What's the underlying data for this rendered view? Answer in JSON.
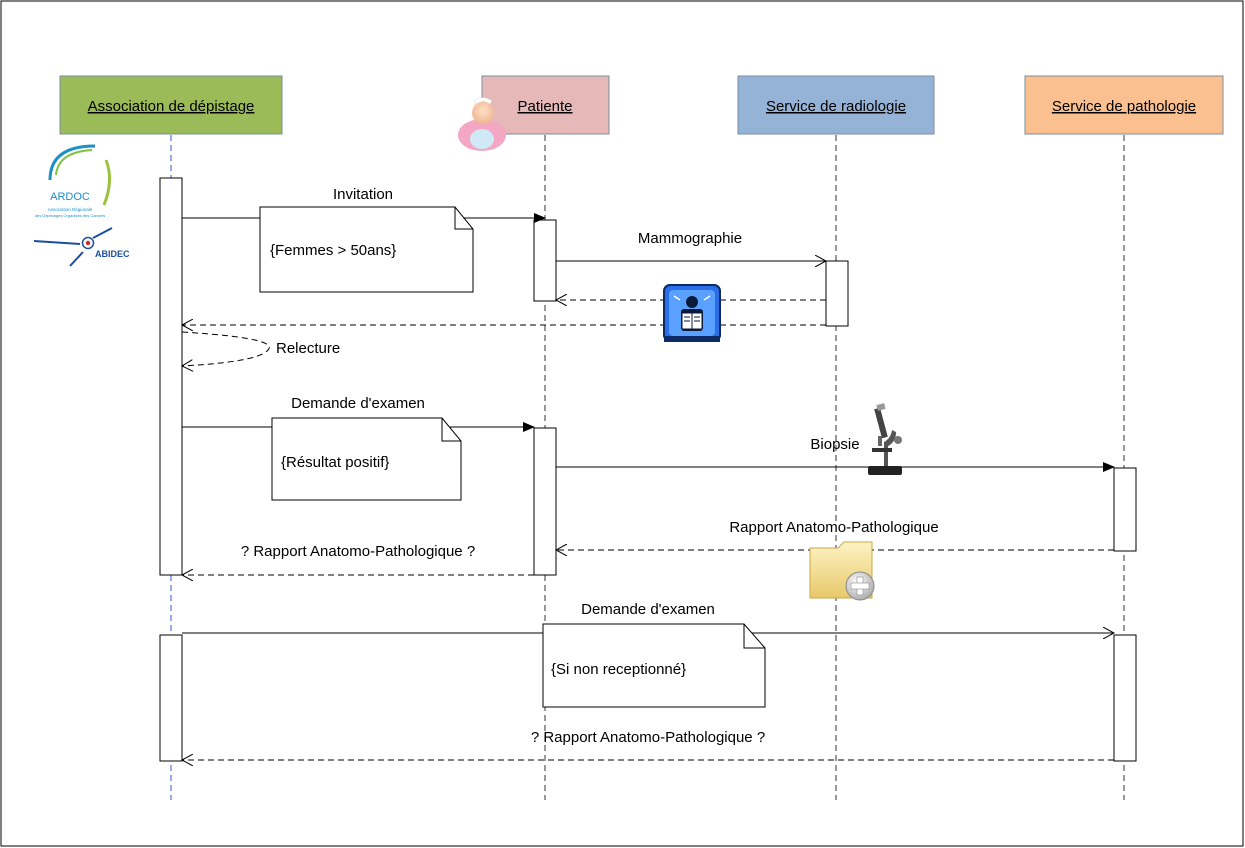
{
  "actors": {
    "association": {
      "label": "Association de dépistage",
      "color": "#9bbb59"
    },
    "patiente": {
      "label": "Patiente",
      "color": "#e6b9b8"
    },
    "radiologie": {
      "label": "Service de radiologie",
      "color": "#95b3d7"
    },
    "pathologie": {
      "label": "Service de pathologie",
      "color": "#fac090"
    }
  },
  "logos": {
    "ardoc": "ARDOC",
    "ardoc_sub1": "Association Régionale",
    "ardoc_sub2": "des Dépistages Organisés des Cancers",
    "abidec": "ABIDEC"
  },
  "messages": {
    "invitation": "Invitation",
    "mammographie": "Mammographie",
    "relecture": "Relecture",
    "demande1": "Demande d'examen",
    "biopsie": "Biopsie",
    "rapport": "Rapport Anatomo-Pathologique",
    "rapport_q1": "? Rapport Anatomo-Pathologique ?",
    "demande2": "Demande d'examen",
    "rapport_q2": "? Rapport Anatomo-Pathologique ?"
  },
  "notes": {
    "femmes": "{Femmes > 50ans}",
    "resultat": "{Résultat positif}",
    "si_non": "{Si non receptionné}"
  },
  "icons": {
    "patient": "nurse-avatar-icon",
    "xray": "xray-viewer-icon",
    "microscope": "microscope-icon",
    "folder": "folder-add-icon"
  }
}
